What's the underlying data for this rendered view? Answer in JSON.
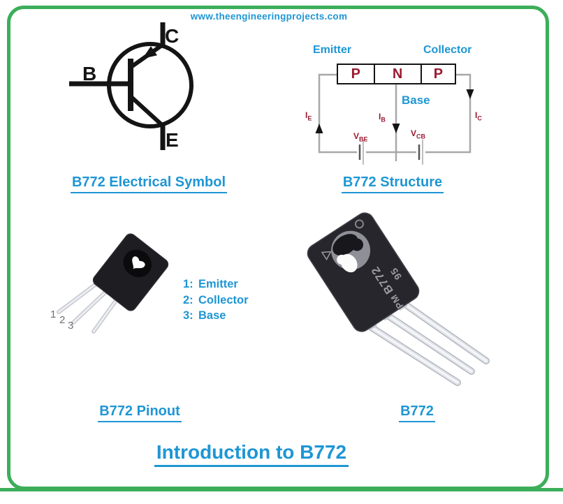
{
  "page": {
    "website_url": "www.theengineeringprojects.com",
    "title": "Introduction to B772"
  },
  "colors": {
    "link_blue": "#1E96D4",
    "maroon": "#9A1B30",
    "frame_green": "#3CAE5A"
  },
  "electrical_symbol": {
    "caption": "B772 Electrical Symbol",
    "terminals": {
      "base": "B",
      "collector": "C",
      "emitter": "E"
    }
  },
  "structure": {
    "caption": "B772 Structure",
    "top_labels": {
      "emitter": "Emitter",
      "collector": "Collector"
    },
    "base_label": "Base",
    "regions": [
      "P",
      "N",
      "P"
    ],
    "currents": {
      "ie": {
        "sym": "I",
        "sub": "E"
      },
      "ib": {
        "sym": "I",
        "sub": "B"
      },
      "ic": {
        "sym": "I",
        "sub": "C"
      }
    },
    "voltages": {
      "vbe": {
        "sym": "V",
        "sub": "BE"
      },
      "vcb": {
        "sym": "V",
        "sub": "CB"
      }
    }
  },
  "pinout": {
    "caption": "B772 Pinout",
    "pin_markers": [
      "1",
      "2",
      "3"
    ],
    "legend": [
      {
        "num": "1:",
        "name": "Emitter"
      },
      {
        "num": "2:",
        "name": "Collector"
      },
      {
        "num": "3:",
        "name": "Base"
      }
    ]
  },
  "photo": {
    "caption": "B772",
    "markings": [
      "B772",
      "PM",
      "95"
    ]
  }
}
